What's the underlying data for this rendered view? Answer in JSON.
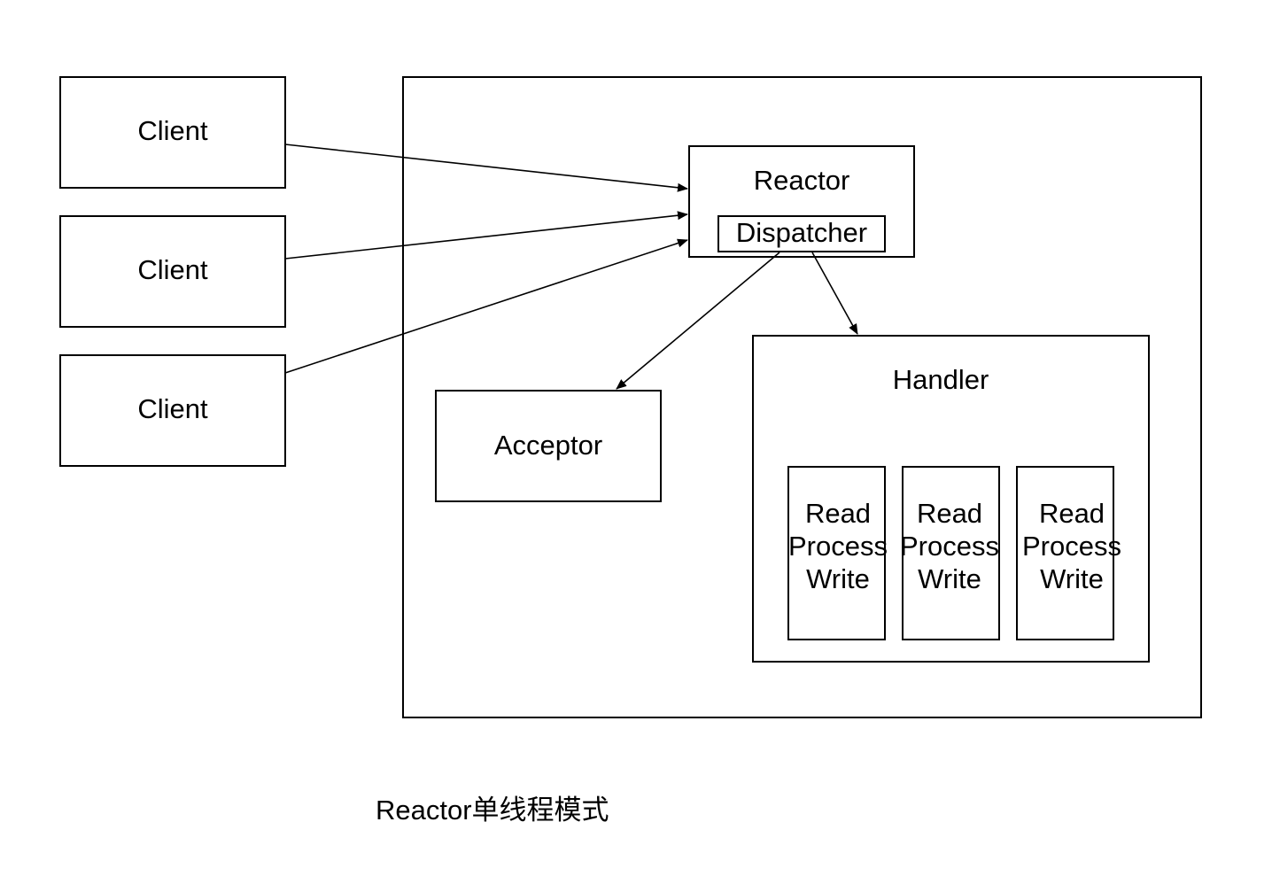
{
  "clients": [
    {
      "label": "Client"
    },
    {
      "label": "Client"
    },
    {
      "label": "Client"
    }
  ],
  "reactor": {
    "label": "Reactor",
    "dispatcher_label": "Dispatcher"
  },
  "acceptor": {
    "label": "Acceptor"
  },
  "handler": {
    "label": "Handler",
    "tasks": [
      {
        "line1": "Read",
        "line2": "Process",
        "line3": "Write"
      },
      {
        "line1": "Read",
        "line2": "Process",
        "line3": "Write"
      },
      {
        "line1": "Read",
        "line2": "Process",
        "line3": "Write"
      }
    ]
  },
  "caption": "Reactor单线程模式",
  "colors": {
    "stroke": "#000000",
    "background": "#ffffff"
  }
}
